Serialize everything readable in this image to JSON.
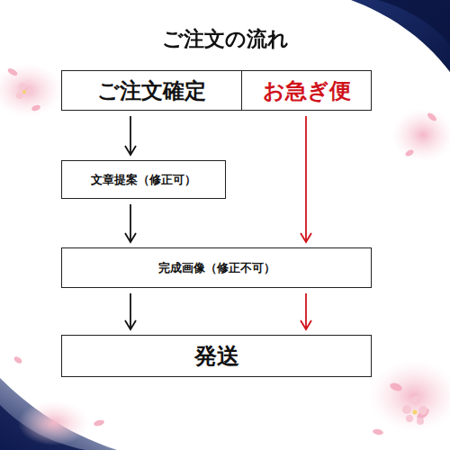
{
  "diagram": {
    "title": "ご注文の流れ",
    "nodes": [
      {
        "text": [
          "ご注文確定"
        ]
      },
      {
        "text": [
          "お急ぎ便"
        ]
      },
      {
        "text": [
          "文章提案（修正可）"
        ]
      },
      {
        "text": [
          "完成画像（修正不可）"
        ]
      },
      {
        "text": [
          "発送"
        ]
      }
    ],
    "edges": [
      {
        "from": 0,
        "to": 2,
        "arrow": "to"
      },
      {
        "from": 2,
        "to": 3,
        "arrow": "to"
      },
      {
        "from": 1,
        "to": 3,
        "arrow": "to"
      },
      {
        "from": 3,
        "to": 4,
        "arrow": "to"
      },
      {
        "from": 3,
        "to": 4,
        "arrow": "to"
      }
    ]
  }
}
